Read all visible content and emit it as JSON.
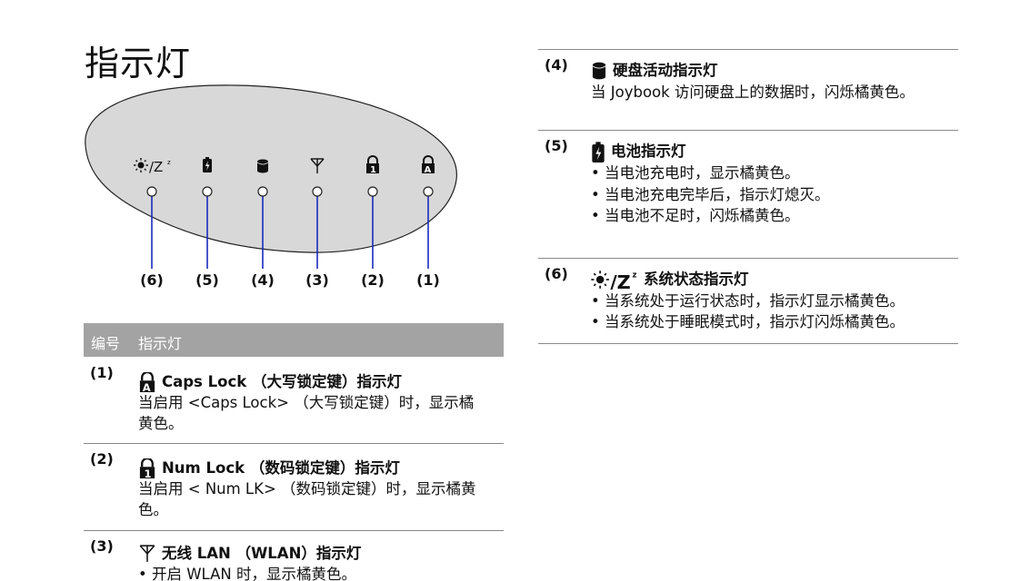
{
  "page_title": "指示灯",
  "diagram": {
    "labels": [
      "(6)",
      "(5)",
      "(4)",
      "(3)",
      "(2)",
      "(1)"
    ]
  },
  "table": {
    "headers": [
      "编号",
      "指示灯"
    ],
    "rows": [
      {
        "num": "(1)",
        "icon": "caps-lock-icon",
        "title_bold": "Caps Lock",
        "title_rest": "（大写锁定键）指示灯",
        "lines": [
          "当启用 <Caps Lock> （大写锁定键）时，显示橘",
          "黄色。"
        ]
      },
      {
        "num": "(2)",
        "icon": "num-lock-icon",
        "title_bold": "Num Lock",
        "title_rest": "（数码锁定键）指示灯",
        "lines": [
          "当启用 < Num LK> （数码锁定键）时，显示橘黄",
          "色。"
        ]
      },
      {
        "num": "(3)",
        "icon": "wlan-antenna-icon",
        "title_bold": "无线 LAN （WLAN）指示灯",
        "title_rest": "",
        "lines": [
          "• 开启 WLAN 时，显示橘黄色。"
        ]
      }
    ]
  },
  "right": {
    "items": [
      {
        "num": "(4)",
        "icon": "hard-disk-icon",
        "title": "硬盘活动指示灯",
        "lines": [
          "当 Joybook 访问硬盘上的数据时，闪烁橘黄色。"
        ]
      },
      {
        "num": "(5)",
        "icon": "battery-icon",
        "title": "电池指示灯",
        "bullets": [
          "当电池充电时，显示橘黄色。",
          "当电池充电完毕后，指示灯熄灭。",
          "当电池不足时，闪烁橘黄色。"
        ]
      },
      {
        "num": "(6)",
        "icon": "system-status-icon",
        "title": "系统状态指示灯",
        "bullets": [
          "当系统处于运行状态时，指示灯显示橘黄色。",
          "当系统处于睡眠模式时，指示灯闪烁橘黄色。"
        ]
      }
    ]
  }
}
